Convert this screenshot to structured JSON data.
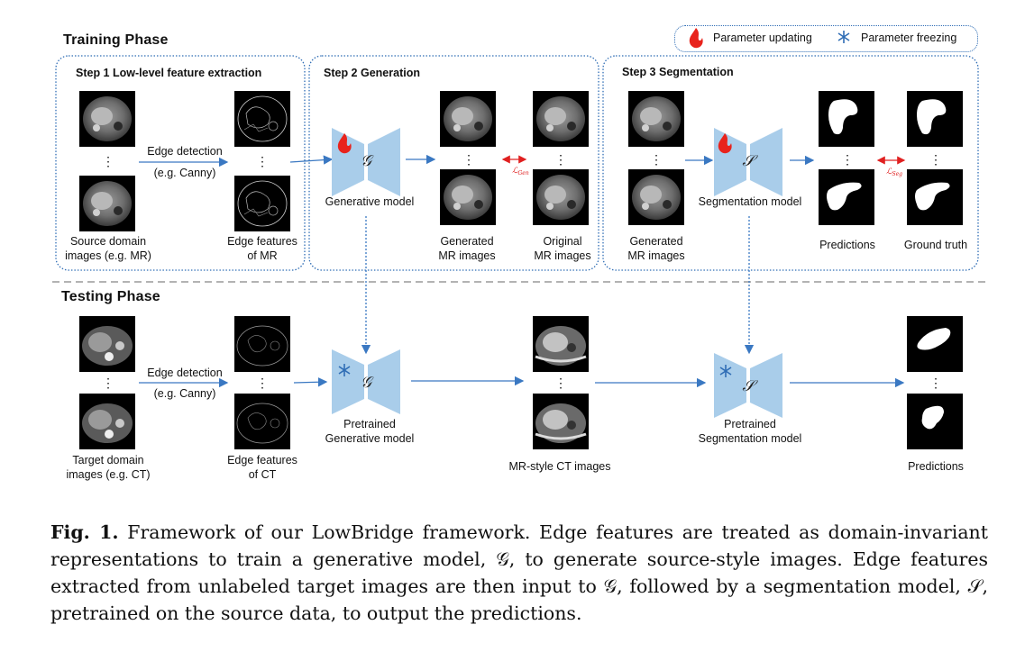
{
  "legend": {
    "updating_label": "Parameter updating",
    "freezing_label": "Parameter freezing",
    "updating_icon": "flame-icon",
    "freezing_icon": "snowflake-icon"
  },
  "training": {
    "title": "Training  Phase",
    "step1": {
      "title": "Step 1 Low-level feature extraction",
      "source_label_1": "Source domain",
      "source_label_2": "images (e.g. MR)",
      "edge_label_1": "Edge features",
      "edge_label_2": "of MR",
      "arrow_label_1": "Edge detection",
      "arrow_label_2": "(e.g. Canny)"
    },
    "step2": {
      "title": "Step 2 Generation",
      "model_symbol": "G",
      "model_label": "Generative model",
      "generated_label_1": "Generated",
      "generated_label_2": "MR images",
      "original_label_1": "Original",
      "original_label_2": "MR images",
      "loss_label": "L_Gen"
    },
    "step3": {
      "title": "Step 3 Segmentation",
      "generated_label_1": "Generated",
      "generated_label_2": "MR images",
      "model_symbol": "S",
      "model_label": "Segmentation model",
      "pred_label": "Predictions",
      "gt_label": "Ground truth",
      "loss_label": "L_Seg"
    }
  },
  "testing": {
    "title": "Testing  Phase",
    "target_label_1": "Target domain",
    "target_label_2": "images (e.g. CT)",
    "arrow_label_1": "Edge detection",
    "arrow_label_2": "(e.g. Canny)",
    "edge_label_1": "Edge features",
    "edge_label_2": "of CT",
    "gen_label_1": "Pretrained",
    "gen_label_2": "Generative model",
    "mrstyle_label": "MR-style CT images",
    "seg_label_1": "Pretrained",
    "seg_label_2": "Segmentation model",
    "pred_label": "Predictions"
  },
  "caption": {
    "fig_label": "Fig. 1.",
    "text": " Framework of our LowBridge framework. Edge features are treated as domain-invariant representations to train a generative model, 𝒢, to generate source-style images. Edge features extracted from unlabeled target images are then input to 𝒢, followed by a segmentation model, 𝒮, pretrained on the source data, to output the predictions."
  },
  "colors": {
    "arrow": "#3a78c2",
    "box_border": "#2f6db5",
    "model_fill": "#a9cdea",
    "loss_arrow": "#e02020",
    "flame": "#e8231c",
    "snow": "#2f6db5"
  }
}
